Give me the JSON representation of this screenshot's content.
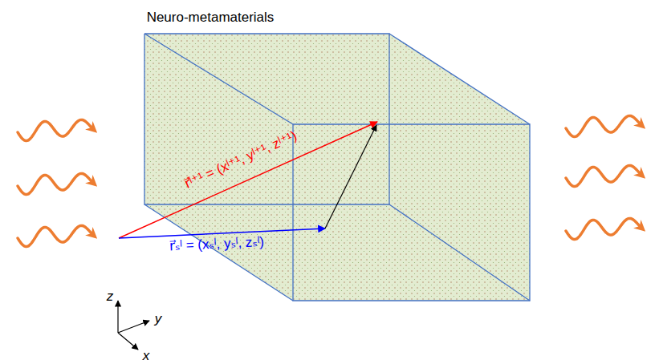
{
  "diagram": {
    "title": "Neuro-metamaterials",
    "labels": [
      "r⃗ˡ⁺¹ = (xˡ⁺¹, yˡ⁺¹, zˡ⁺¹)",
      "r⃗ₛˡ = (xₛˡ, yₛˡ, zₛˡ)",
      "z",
      "y",
      "x"
    ]
  }
}
